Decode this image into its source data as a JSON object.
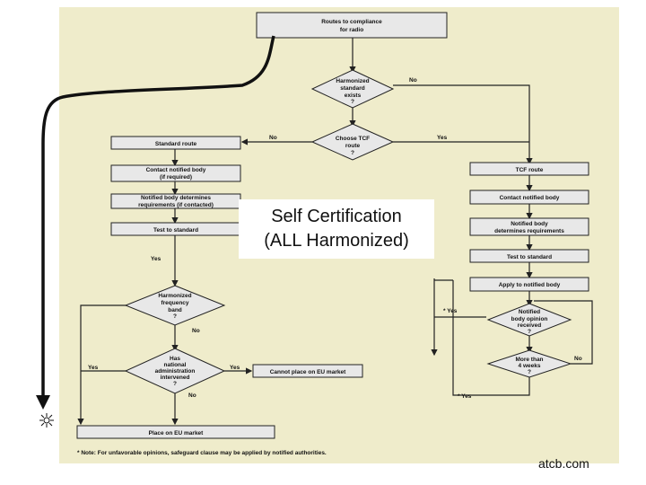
{
  "colors": {
    "page": "#ffffff",
    "diagram_bg": "#efeccb",
    "box_fill": "#e8e8e8",
    "ink": "#222222",
    "pointer_ink": "#111111"
  },
  "icons": [
    "arrow-down-icon",
    "starburst-icon"
  ],
  "overlay": {
    "line1": "Self Certification",
    "line2": "(ALL Harmonized)"
  },
  "credit": "atcb.com",
  "flowchart": {
    "nodes": {
      "start": {
        "line1": "Routes to compliance",
        "line2": "for radio"
      },
      "harmonized_standard": {
        "line1": "Harmonized",
        "line2": "standard",
        "line3": "exists",
        "line4": "?"
      },
      "choose_tcf": {
        "line1": "Choose TCF",
        "line2": "route",
        "line3": "?"
      },
      "standard_route": "Standard route",
      "contact_nb_left": {
        "line1": "Contact notified body",
        "line2": "(if required)"
      },
      "nb_determines_left": {
        "line1": "Notified body determines",
        "line2": "requirements (if contacted)"
      },
      "test_left": "Test to standard",
      "tcf_route": "TCF route",
      "contact_nb_right": "Contact notified body",
      "nb_determines_right": {
        "line1": "Notified body",
        "line2": "determines requirements"
      },
      "test_right": "Test to standard",
      "apply_nb": "Apply to notified body",
      "opinion": {
        "line1": "Notified",
        "line2": "body opinion",
        "line3": "received",
        "line4": "?"
      },
      "four_weeks": {
        "line1": "More than",
        "line2": "4 weeks",
        "line3": "?"
      },
      "harmonized_band": {
        "line1": "Harmonized",
        "line2": "frequency",
        "line3": "band",
        "line4": "?"
      },
      "national_admin": {
        "line1": "Has",
        "line2": "national",
        "line3": "administration",
        "line4": "intervened",
        "line5": "?"
      },
      "cannot_place": "Cannot place on EU market",
      "place_eu": "Place on EU market"
    },
    "edge_labels": {
      "no_harmonized": "No",
      "no_tcf": "No",
      "yes_tcf": "Yes",
      "yes_test": "Yes",
      "no_band": "No",
      "yes_admin_left": "Yes",
      "yes_admin_right": "Yes",
      "no_admin": "No",
      "yes_opinion": "* Yes",
      "no_weeks": "No",
      "yes_weeks": "* Yes"
    },
    "note": "* Note: For unfavorable opinions, safeguard clause may be applied by notified authorities."
  }
}
